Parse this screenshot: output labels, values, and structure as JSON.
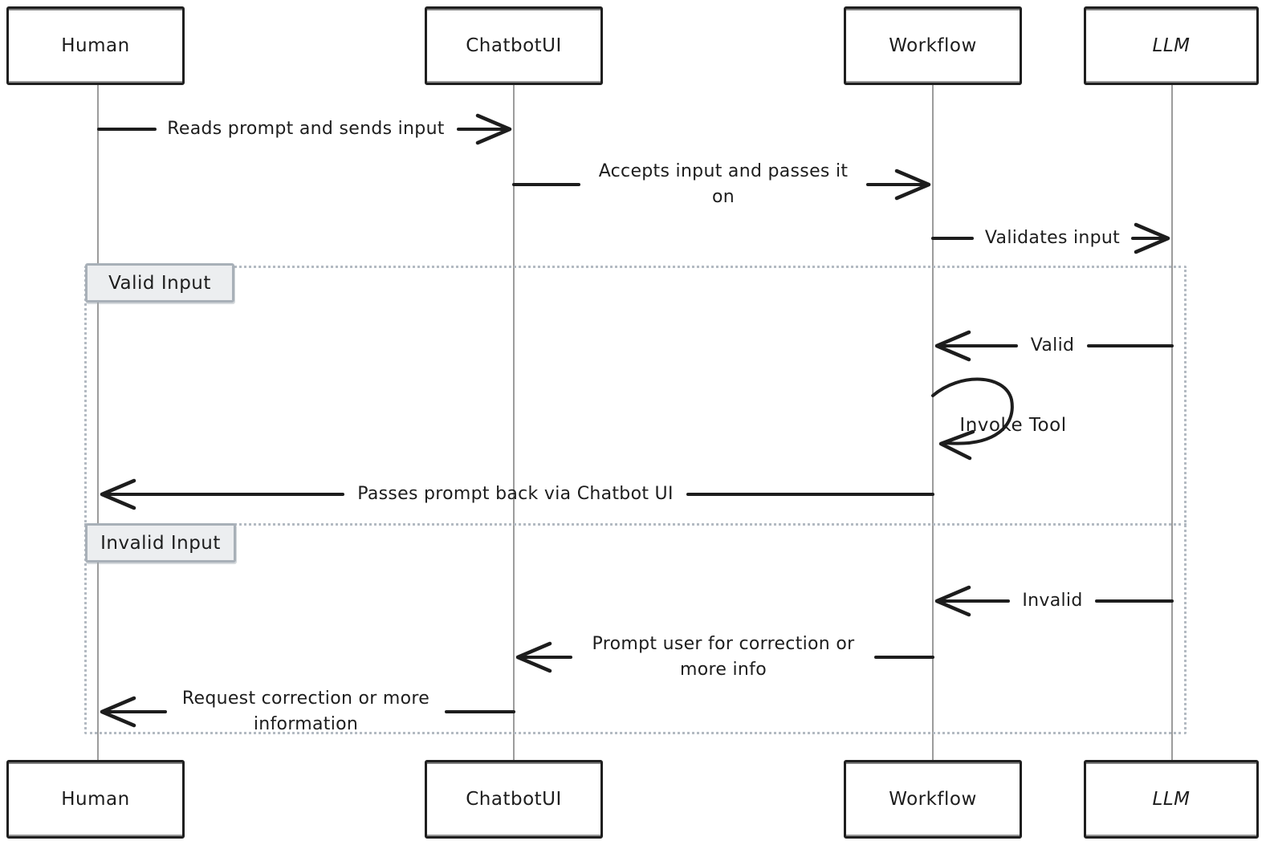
{
  "diagram": {
    "type": "sequence",
    "style": "hand-drawn",
    "actors": [
      {
        "id": "human",
        "label": "Human"
      },
      {
        "id": "chatbotui",
        "label": "ChatbotUI"
      },
      {
        "id": "workflow",
        "label": "Workflow"
      },
      {
        "id": "llm",
        "label": "LLM"
      }
    ],
    "messages": [
      {
        "from": "Human",
        "to": "ChatbotUI",
        "label": "Reads prompt and sends input",
        "section": null
      },
      {
        "from": "ChatbotUI",
        "to": "Workflow",
        "label": "Accepts input and passes it\non",
        "section": null
      },
      {
        "from": "Workflow",
        "to": "LLM",
        "label": "Validates input",
        "section": null
      },
      {
        "from": "LLM",
        "to": "Workflow",
        "label": "Valid",
        "section": "Valid Input"
      },
      {
        "from": "Workflow",
        "to": "Workflow",
        "label": "Invoke Tool",
        "section": "Valid Input"
      },
      {
        "from": "Workflow",
        "to": "Human",
        "label": "Passes prompt back via Chatbot UI",
        "section": "Valid Input"
      },
      {
        "from": "LLM",
        "to": "Workflow",
        "label": "Invalid",
        "section": "Invalid Input"
      },
      {
        "from": "Workflow",
        "to": "ChatbotUI",
        "label": "Prompt user for correction or\nmore info",
        "section": "Invalid Input"
      },
      {
        "from": "ChatbotUI",
        "to": "Human",
        "label": "Request correction or more\ninformation",
        "section": "Invalid Input"
      }
    ],
    "alt_sections": [
      {
        "label": "Valid Input"
      },
      {
        "label": "Invalid Input"
      }
    ],
    "colors": {
      "ink": "#1d1d1d",
      "lifeline": "#9c9c9c",
      "frame_dots": "#b3bac2",
      "section_label_bg": "#eceef0",
      "section_label_border": "#a8b0b8",
      "background": "#ffffff"
    }
  }
}
